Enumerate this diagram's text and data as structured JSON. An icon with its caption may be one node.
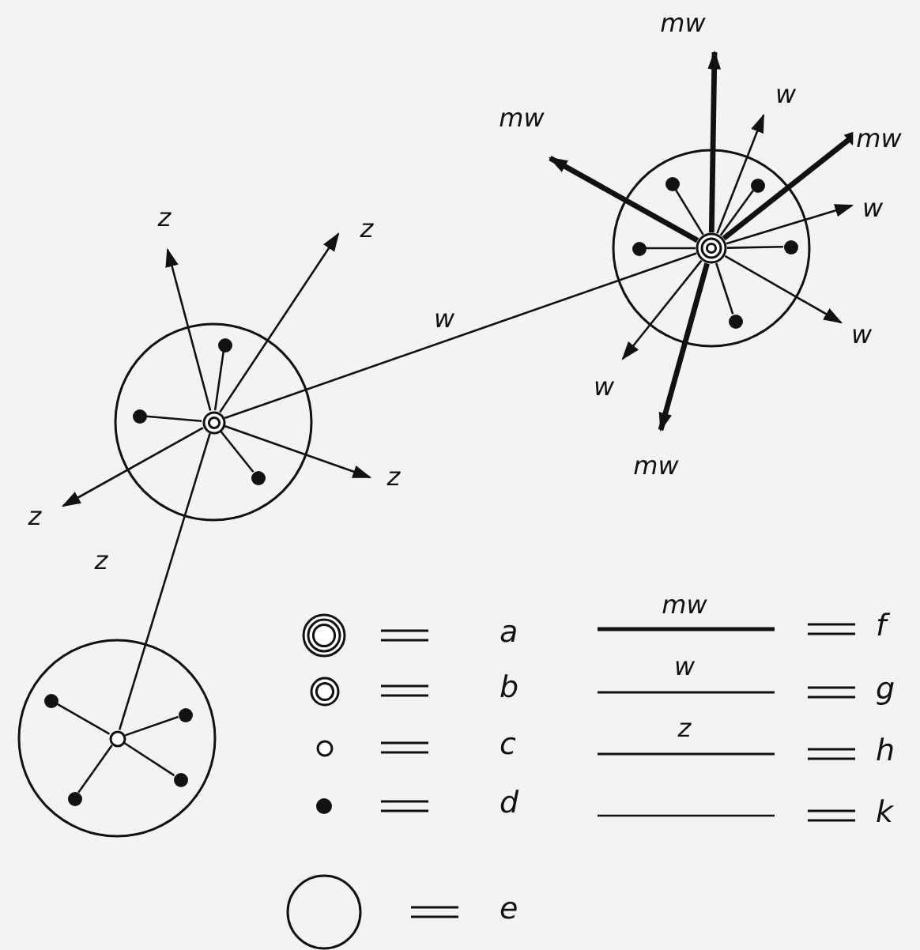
{
  "diagram": {
    "nodes": [
      {
        "text": [],
        "shape": "circle"
      },
      {
        "text": [],
        "shape": "circle",
        "in": 0
      },
      {
        "text": [],
        "shape": "circle",
        "in": 0
      },
      {
        "text": [],
        "shape": "circle",
        "in": 0
      },
      {
        "text": [],
        "shape": "circle",
        "in": 0
      },
      {
        "text": [],
        "shape": "circle",
        "in": 0
      },
      {
        "text": [],
        "shape": "circle",
        "in": 0
      },
      {
        "text": [],
        "shape": "circle"
      },
      {
        "text": [],
        "shape": "circle",
        "in": 7
      },
      {
        "text": [],
        "shape": "circle",
        "in": 7
      },
      {
        "text": [],
        "shape": "circle",
        "in": 7
      },
      {
        "text": [],
        "shape": "circle",
        "in": 7
      },
      {
        "text": [],
        "shape": "circle"
      },
      {
        "text": [],
        "shape": "circle",
        "in": 12
      },
      {
        "text": [],
        "shape": "circle",
        "in": 12
      },
      {
        "text": [],
        "shape": "circle",
        "in": 12
      },
      {
        "text": [],
        "shape": "circle",
        "in": 12
      },
      {
        "text": [],
        "shape": "circle",
        "in": 12
      }
    ],
    "edges": [
      {
        "from": 8,
        "to": 1,
        "arrow": "none",
        "label": "w"
      },
      {
        "from": 8,
        "to": 13,
        "arrow": "none",
        "label": "z"
      },
      {
        "from": 1,
        "to": 2,
        "arrow": "none"
      },
      {
        "from": 1,
        "to": 3,
        "arrow": "none"
      },
      {
        "from": 1,
        "to": 4,
        "arrow": "none"
      },
      {
        "from": 1,
        "to": 5,
        "arrow": "none"
      },
      {
        "from": 1,
        "to": 6,
        "arrow": "none"
      },
      {
        "from": 8,
        "to": 9,
        "arrow": "none"
      },
      {
        "from": 8,
        "to": 10,
        "arrow": "none"
      },
      {
        "from": 8,
        "to": 11,
        "arrow": "none"
      },
      {
        "from": 13,
        "to": 14,
        "arrow": "none"
      },
      {
        "from": 13,
        "to": 15,
        "arrow": "none"
      },
      {
        "from": 13,
        "to": 16,
        "arrow": "none"
      },
      {
        "from": 13,
        "to": 17,
        "arrow": "none"
      },
      {
        "from": 1,
        "to": null,
        "arrow": "to",
        "label": "mw",
        "style": "thick"
      },
      {
        "from": 1,
        "to": null,
        "arrow": "to",
        "label": "w"
      },
      {
        "from": 1,
        "to": null,
        "arrow": "to",
        "label": "mw",
        "style": "thick"
      },
      {
        "from": 1,
        "to": null,
        "arrow": "to",
        "label": "w"
      },
      {
        "from": 1,
        "to": null,
        "arrow": "to",
        "label": "w"
      },
      {
        "from": 1,
        "to": null,
        "arrow": "to",
        "label": "mw",
        "style": "thick"
      },
      {
        "from": 1,
        "to": null,
        "arrow": "to",
        "label": "w"
      },
      {
        "from": 1,
        "to": null,
        "arrow": "to",
        "label": "mw",
        "style": "thick"
      },
      {
        "from": 8,
        "to": null,
        "arrow": "to",
        "label": "z"
      },
      {
        "from": 8,
        "to": null,
        "arrow": "to",
        "label": "z"
      },
      {
        "from": 8,
        "to": null,
        "arrow": "to",
        "label": "z"
      },
      {
        "from": 8,
        "to": null,
        "arrow": "to",
        "label": "z"
      }
    ],
    "labels": [
      "mw",
      "w",
      "z"
    ],
    "legend": [
      {
        "text": "a"
      },
      {
        "text": "b"
      },
      {
        "text": "c"
      },
      {
        "text": "d"
      },
      {
        "text": "e"
      },
      {
        "text": "f"
      },
      {
        "text": "g"
      },
      {
        "text": "h"
      },
      {
        "text": "k"
      }
    ]
  }
}
